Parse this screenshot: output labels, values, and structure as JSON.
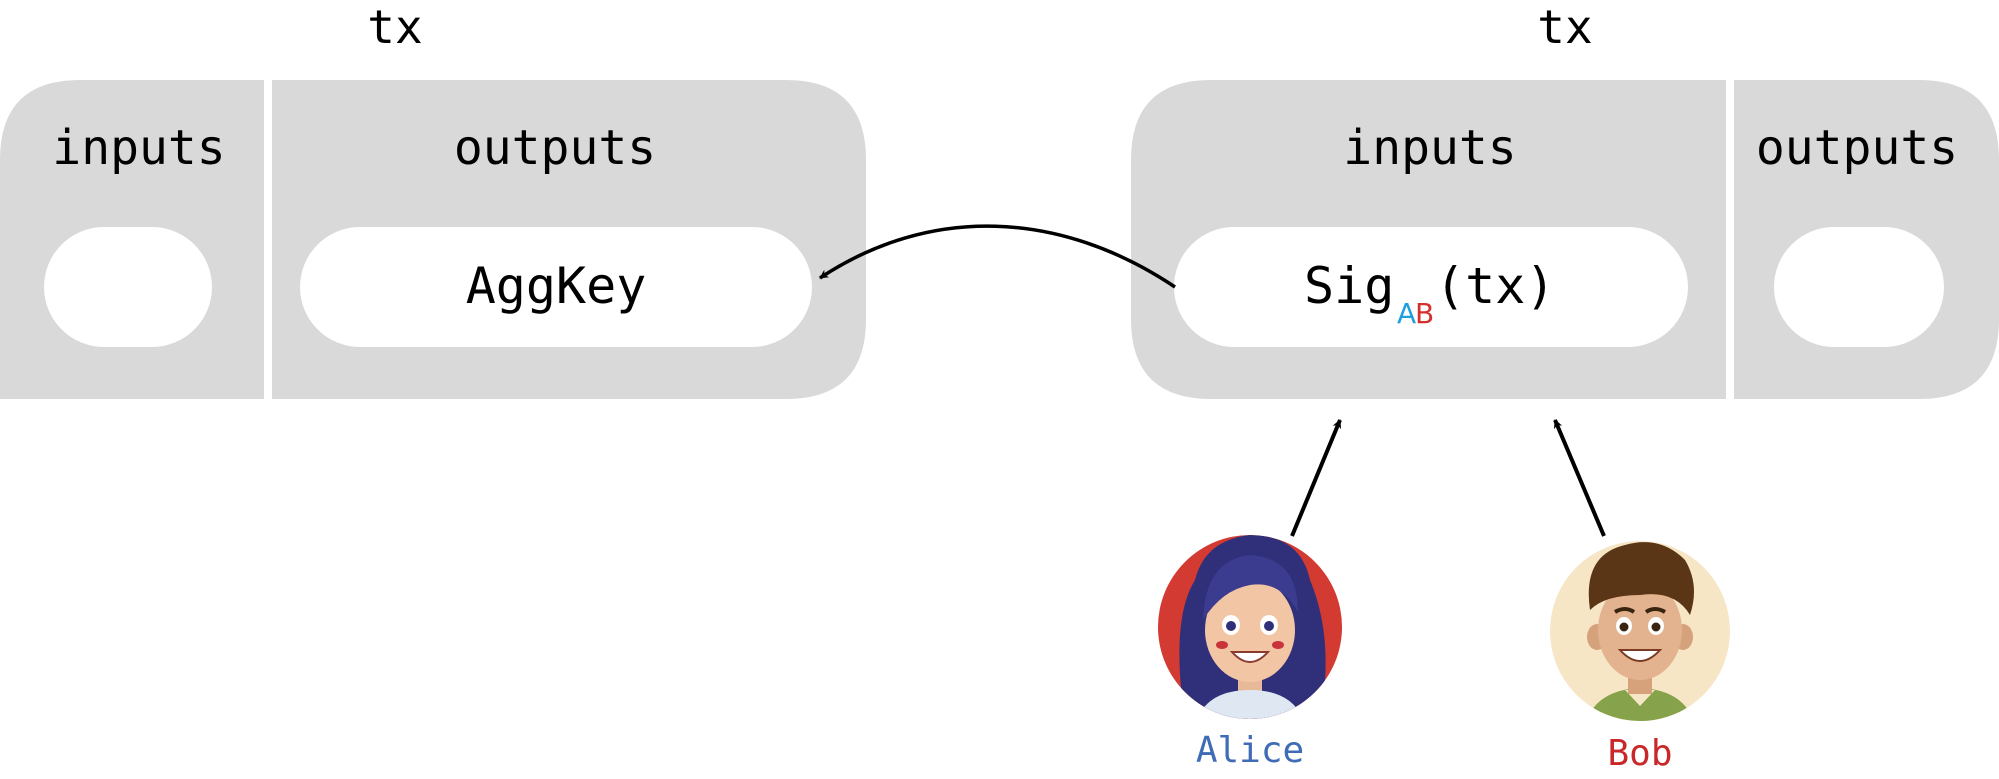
{
  "colors": {
    "box_fill": "#d9d9d9",
    "slot_fill": "#ffffff",
    "text": "#000000",
    "alice_label": "#3f6cb5",
    "bob_label": "#c8282a",
    "sub_a": "#1ea0df",
    "sub_b": "#d2312e"
  },
  "left_tx": {
    "label": "tx",
    "inputs_label": "inputs",
    "outputs_label": "outputs",
    "output_value": "AggKey"
  },
  "right_tx": {
    "label": "tx",
    "inputs_label": "inputs",
    "outputs_label": "outputs",
    "sig_base": "Sig",
    "sig_sub_a": "A",
    "sig_sub_b": "B",
    "sig_arg": "(tx)"
  },
  "people": {
    "alice": {
      "name": "Alice",
      "icon": "alice-avatar-icon"
    },
    "bob": {
      "name": "Bob",
      "icon": "bob-avatar-icon"
    }
  }
}
